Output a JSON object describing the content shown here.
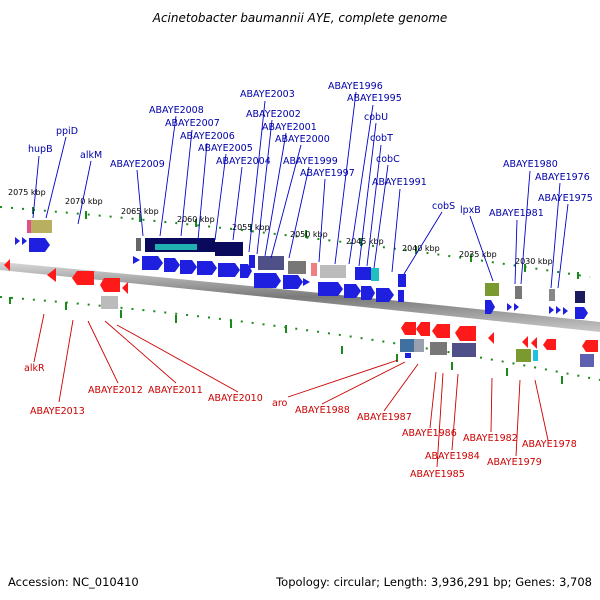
{
  "title": "Acinetobacter baumannii AYE, complete genome",
  "footer": {
    "accession": "Accession: NC_010410",
    "summary": "Topology: circular; Length: 3,936,291 bp; Genes: 3,708"
  },
  "colors": {
    "forward_gene": "#1f1fe0",
    "reverse_gene": "#ff1a1a",
    "forward_label": "#0000aa",
    "reverse_label": "#cc0000",
    "backbone": "#888888",
    "tick": "#1a8a1a"
  },
  "ticks": [
    "2075 kbp",
    "2070 kbp",
    "2065 kbp",
    "2060 kbp",
    "2055 kbp",
    "2050 kbp",
    "2045 kbp",
    "2040 kbp",
    "2035 kbp",
    "2030 kbp"
  ],
  "forward_labels": [
    "hupB",
    "ppiD",
    "alkM",
    "ABAYE2009",
    "ABAYE2008",
    "ABAYE2007",
    "ABAYE2006",
    "ABAYE2005",
    "ABAYE2004",
    "ABAYE2003",
    "ABAYE2002",
    "ABAYE2001",
    "ABAYE2000",
    "ABAYE1999",
    "ABAYE1997",
    "ABAYE1996",
    "ABAYE1995",
    "cobU",
    "cobT",
    "cobC",
    "ABAYE1991",
    "cobS",
    "lpxB",
    "ABAYE1981",
    "ABAYE1980",
    "ABAYE1976",
    "ABAYE1975"
  ],
  "reverse_labels": [
    "alkR",
    "ABAYE2013",
    "ABAYE2012",
    "ABAYE2011",
    "ABAYE2010",
    "aro",
    "ABAYE1988",
    "ABAYE1987",
    "ABAYE1986",
    "ABAYE1985",
    "ABAYE1984",
    "ABAYE1982",
    "ABAYE1979",
    "ABAYE1978"
  ]
}
